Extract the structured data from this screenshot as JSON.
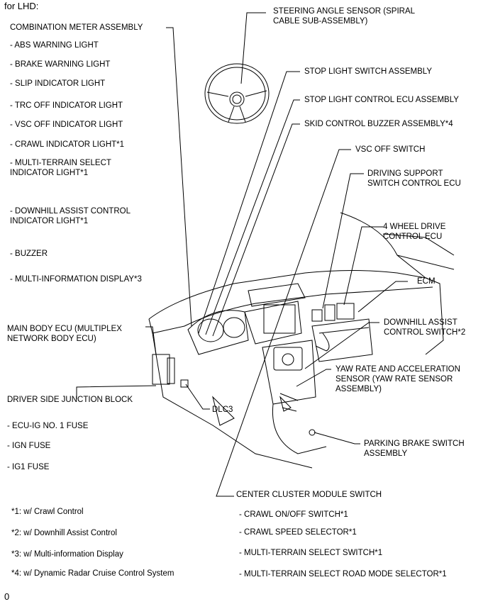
{
  "header": "for LHD:",
  "footer": "0",
  "left_labels": {
    "combination_meter": "COMBINATION METER ASSEMBLY",
    "abs": "- ABS WARNING LIGHT",
    "brake": "- BRAKE WARNING LIGHT",
    "slip": "- SLIP INDICATOR LIGHT",
    "trc": "- TRC OFF INDICATOR LIGHT",
    "vsc_off_ind": "- VSC OFF INDICATOR LIGHT",
    "crawl_ind": "- CRAWL INDICATOR LIGHT*1",
    "mts_ind": "- MULTI-TERRAIN SELECT\nINDICATOR LIGHT*1",
    "dac_ind": "- DOWNHILL ASSIST CONTROL\nINDICATOR LIGHT*1",
    "buzzer": "- BUZZER",
    "mid": "- MULTI-INFORMATION DISPLAY*3",
    "main_body_ecu": "MAIN BODY ECU (MULTIPLEX\nNETWORK BODY ECU)",
    "jb": "DRIVER SIDE JUNCTION BLOCK",
    "ecu_ig": "- ECU-IG NO. 1 FUSE",
    "ign": "- IGN FUSE",
    "ig1": "- IG1 FUSE"
  },
  "right_labels": {
    "steering": "STEERING ANGLE SENSOR (SPIRAL\nCABLE SUB-ASSEMBLY)",
    "stop_sw": "STOP LIGHT SWITCH ASSEMBLY",
    "stop_ecu": "STOP LIGHT CONTROL ECU ASSEMBLY",
    "buzzer_assy": "SKID CONTROL BUZZER ASSEMBLY*4",
    "vsc_off_sw": "VSC OFF SWITCH",
    "dsc_ecu": "DRIVING SUPPORT\nSWITCH CONTROL ECU",
    "fwd_ecu": "4 WHEEL DRIVE\nCONTROL ECU",
    "ecm": "ECM",
    "dac_sw": "DOWNHILL ASSIST\nCONTROL SWITCH*2",
    "yaw": "YAW RATE AND ACCELERATION\nSENSOR (YAW RATE SENSOR\nASSEMBLY)",
    "parking": "PARKING BRAKE SWITCH\nASSEMBLY",
    "dlc3": "DLC3",
    "ccms": "CENTER CLUSTER MODULE SWITCH",
    "crawl_onoff": "- CRAWL ON/OFF SWITCH*1",
    "crawl_speed": "- CRAWL SPEED SELECTOR*1",
    "mts_sw": "- MULTI-TERRAIN SELECT SWITCH*1",
    "mts_road": "- MULTI-TERRAIN SELECT ROAD MODE SELECTOR*1"
  },
  "footnotes": {
    "n1": "*1: w/ Crawl Control",
    "n2": "*2: w/ Downhill Assist Control",
    "n3": "*3: w/ Multi-information Display",
    "n4": "*4: w/ Dynamic Radar Cruise Control System"
  }
}
